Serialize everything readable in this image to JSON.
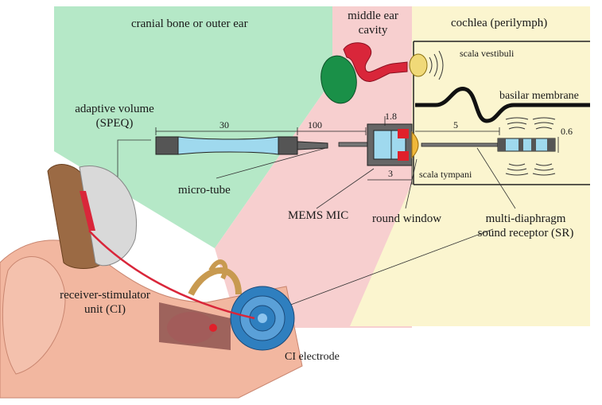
{
  "regions": {
    "outer": "cranial bone or outer ear",
    "middle_line1": "middle ear",
    "middle_line2": "cavity",
    "cochlea": "cochlea (perilymph)"
  },
  "labels": {
    "scala_vestibuli": "scala vestibuli",
    "basilar_membrane": "basilar membrane",
    "scala_tympani": "scala tympani",
    "adaptive_volume_line1": "adaptive volume",
    "adaptive_volume_line2": "(SPEQ)",
    "micro_tube": "micro-tube",
    "mems_mic": "MEMS MIC",
    "round_window": "round window",
    "sr_line1": "multi-diaphragm",
    "sr_line2": "sound receptor (SR)",
    "receiver_line1": "receiver-stimulator",
    "receiver_line2": "unit (CI)",
    "ci_electrode": "CI electrode"
  },
  "dimensions": {
    "tube_length": "30",
    "micro_tube_length": "100",
    "mic_height": "1.8",
    "sr_offset": "5",
    "sr_diameter": "0.6",
    "mic_length": "3"
  },
  "colors": {
    "outer_region": "#b5e8c7",
    "middle_region": "#f7cfcf",
    "cochlea_region": "#fbf5cf",
    "tube_fill": "#9fd9ee",
    "mic_red": "#e0202a",
    "round_window": "#f0b83a",
    "cochlea_blue": "#2f7fbf",
    "ossicle_red": "#d9263a",
    "skin": "#f2b7a0"
  }
}
